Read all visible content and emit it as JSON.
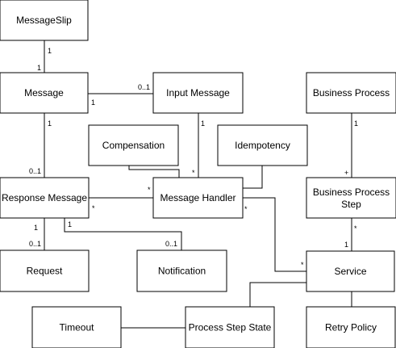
{
  "diagram": {
    "nodes": {
      "message_slip": "MessageSlip",
      "message": "Message",
      "input_message": "Input Message",
      "business_process": "Business Process",
      "compensation": "Compensation",
      "idempotency": "Idempotency",
      "response_message": "Response Message",
      "message_handler": "Message Handler",
      "business_process_step": [
        "Business Process",
        "Step"
      ],
      "request": "Request",
      "notification": "Notification",
      "service": "Service",
      "timeout": "Timeout",
      "process_step_state": "Process Step State",
      "retry_policy": "Retry Policy"
    },
    "edges": [
      {
        "id": "slip-message",
        "from": "MessageSlip",
        "to": "Message",
        "from_mult": "1",
        "to_mult": "1"
      },
      {
        "id": "message-input",
        "from": "Message",
        "to": "Input Message",
        "from_mult": "1",
        "to_mult": "0..1"
      },
      {
        "id": "message-response",
        "from": "Message",
        "to": "Response Message",
        "from_mult": "1",
        "to_mult": "0..1"
      },
      {
        "id": "input-handler",
        "from": "Input Message",
        "to": "Message Handler",
        "from_mult": "1",
        "to_mult": "*"
      },
      {
        "id": "compensation-handler",
        "from": "Compensation",
        "to": "Message Handler",
        "from_mult": "",
        "to_mult": ""
      },
      {
        "id": "idempotency-handler",
        "from": "Idempotency",
        "to": "Message Handler",
        "from_mult": "",
        "to_mult": ""
      },
      {
        "id": "response-handler",
        "from": "Response Message",
        "to": "Message Handler",
        "from_mult": "*",
        "to_mult": "*"
      },
      {
        "id": "response-request",
        "from": "Response Message",
        "to": "Request",
        "from_mult": "1",
        "to_mult": "0..1"
      },
      {
        "id": "response-notification",
        "from": "Response Message",
        "to": "Notification",
        "from_mult": "1",
        "to_mult": "0..1"
      },
      {
        "id": "handler-service",
        "from": "Message Handler",
        "to": "Service",
        "from_mult": "*",
        "to_mult": "*"
      },
      {
        "id": "process-step",
        "from": "Business Process",
        "to": "Business Process Step",
        "from_mult": "1",
        "to_mult": "+"
      },
      {
        "id": "step-service",
        "from": "Business Process Step",
        "to": "Service",
        "from_mult": "*",
        "to_mult": "1"
      },
      {
        "id": "service-state",
        "from": "Service",
        "to": "Process Step State",
        "from_mult": "",
        "to_mult": ""
      },
      {
        "id": "service-retry",
        "from": "Service",
        "to": "Retry Policy",
        "from_mult": "",
        "to_mult": ""
      },
      {
        "id": "timeout-state",
        "from": "Timeout",
        "to": "Process Step State",
        "from_mult": "",
        "to_mult": ""
      }
    ]
  }
}
